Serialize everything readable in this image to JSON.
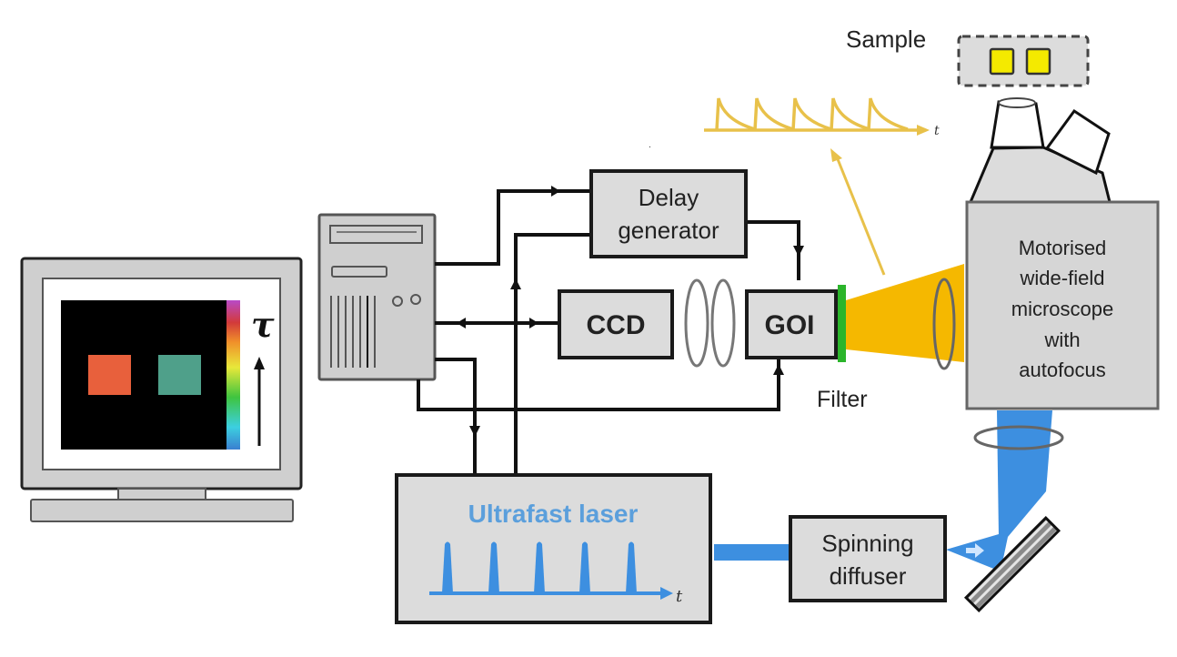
{
  "diagram": {
    "components": {
      "monitor": {
        "label": "",
        "colorbar_symbol": "τ"
      },
      "computer": {
        "label": ""
      },
      "delay_generator": {
        "line1": "Delay",
        "line2": "generator"
      },
      "ccd": {
        "label": "CCD"
      },
      "goi": {
        "label": "GOI"
      },
      "filter": {
        "label": "Filter"
      },
      "microscope": {
        "line1": "Motorised",
        "line2": "wide-field",
        "line3": "microscope",
        "line4": "with",
        "line5": "autofocus"
      },
      "sample": {
        "label": "Sample"
      },
      "laser": {
        "label": "Ultrafast laser",
        "axis_label": "t"
      },
      "fluorescence_trace": {
        "axis_label": "t"
      },
      "spinning_diffuser": {
        "line1": "Spinning",
        "line2": "diffuser"
      }
    },
    "colors": {
      "laser_blue": "#3d8fe0",
      "fluorescence_yellow": "#f5b800",
      "trace_yellow": "#e8c14a",
      "filter_green": "#2bb52b",
      "sample_yellow": "#f4ea00",
      "roi_red": "#e8603c",
      "roi_teal": "#4fa08a"
    }
  }
}
